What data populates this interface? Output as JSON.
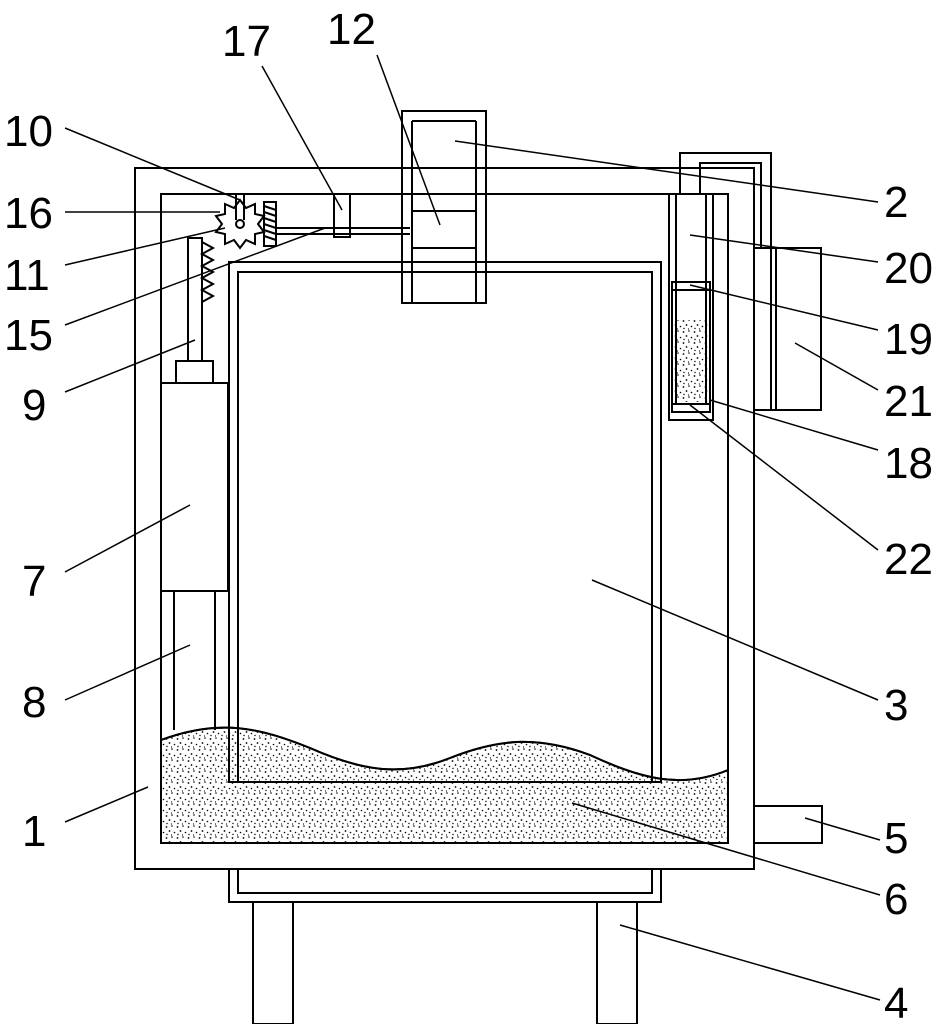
{
  "figure": {
    "background": "#ffffff",
    "line_color": "#000000",
    "callouts": [
      {
        "id": "1",
        "label": "1"
      },
      {
        "id": "2",
        "label": "2"
      },
      {
        "id": "3",
        "label": "3"
      },
      {
        "id": "4",
        "label": "4"
      },
      {
        "id": "5",
        "label": "5"
      },
      {
        "id": "6",
        "label": "6"
      },
      {
        "id": "7",
        "label": "7"
      },
      {
        "id": "8",
        "label": "8"
      },
      {
        "id": "9",
        "label": "9"
      },
      {
        "id": "10",
        "label": "10"
      },
      {
        "id": "11",
        "label": "11"
      },
      {
        "id": "12",
        "label": "12"
      },
      {
        "id": "15",
        "label": "15"
      },
      {
        "id": "16",
        "label": "16"
      },
      {
        "id": "17",
        "label": "17"
      },
      {
        "id": "18",
        "label": "18"
      },
      {
        "id": "19",
        "label": "19"
      },
      {
        "id": "20",
        "label": "20"
      },
      {
        "id": "21",
        "label": "21"
      },
      {
        "id": "22",
        "label": "22"
      }
    ]
  }
}
